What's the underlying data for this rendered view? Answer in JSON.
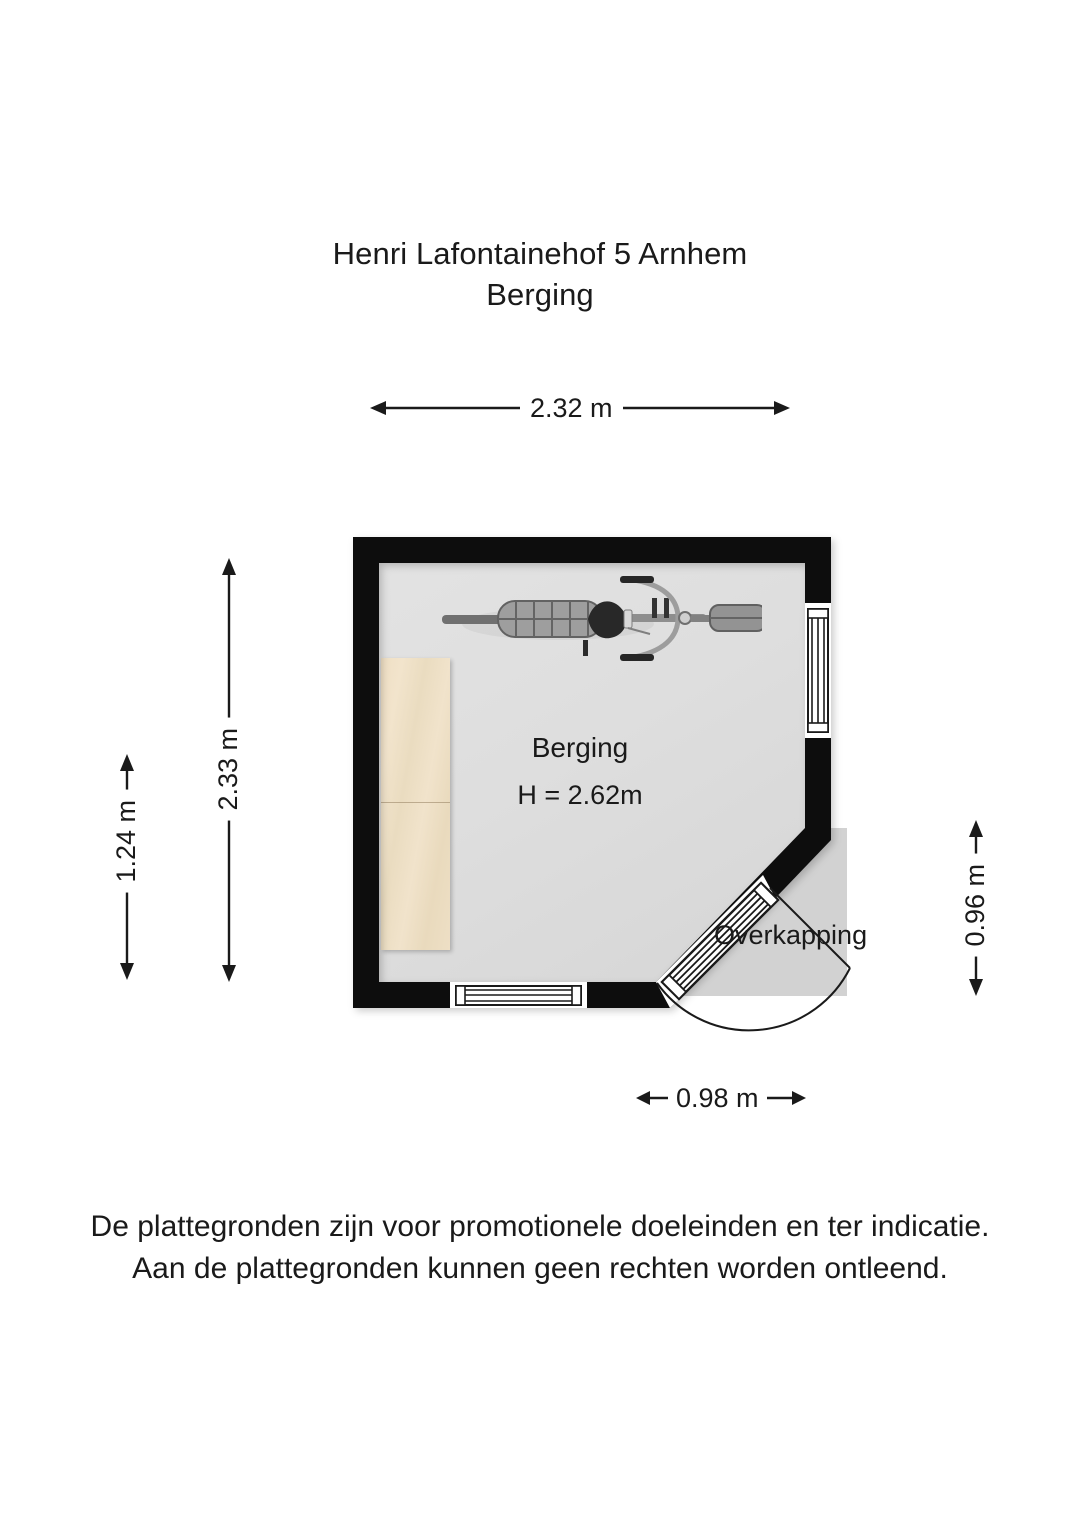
{
  "document": {
    "type": "floor-plan",
    "title_line_1": "Henri Lafontainehof 5 Arnhem",
    "title_line_2": "Berging"
  },
  "plan": {
    "room": {
      "name": "Berging",
      "height_label": "H = 2.62m"
    },
    "outdoor_area": {
      "name": "Overkapping"
    },
    "features": {
      "cabinet_name": "cabinet",
      "bicycle_name": "bicycle",
      "door_name": "corner-door",
      "window_right_name": "window-right",
      "window_bottom_name": "window-bottom"
    }
  },
  "dimensions": {
    "top": "2.32 m",
    "left_outer": "2.33 m",
    "left_inner": "1.24 m",
    "right": "0.96 m",
    "bottom": "0.98 m"
  },
  "disclaimer": {
    "line_1": "De plattegronden zijn voor promotionele doeleinden en ter indicatie.",
    "line_2": "Aan de plattegronden kunnen geen rechten worden ontleend."
  },
  "colors": {
    "wall": "#0a0a0a",
    "floor": "#dfdfdf",
    "overhang": "#d2d2d2",
    "cabinet": "#eedfc5",
    "text": "#1a1a1a",
    "background": "#ffffff"
  }
}
